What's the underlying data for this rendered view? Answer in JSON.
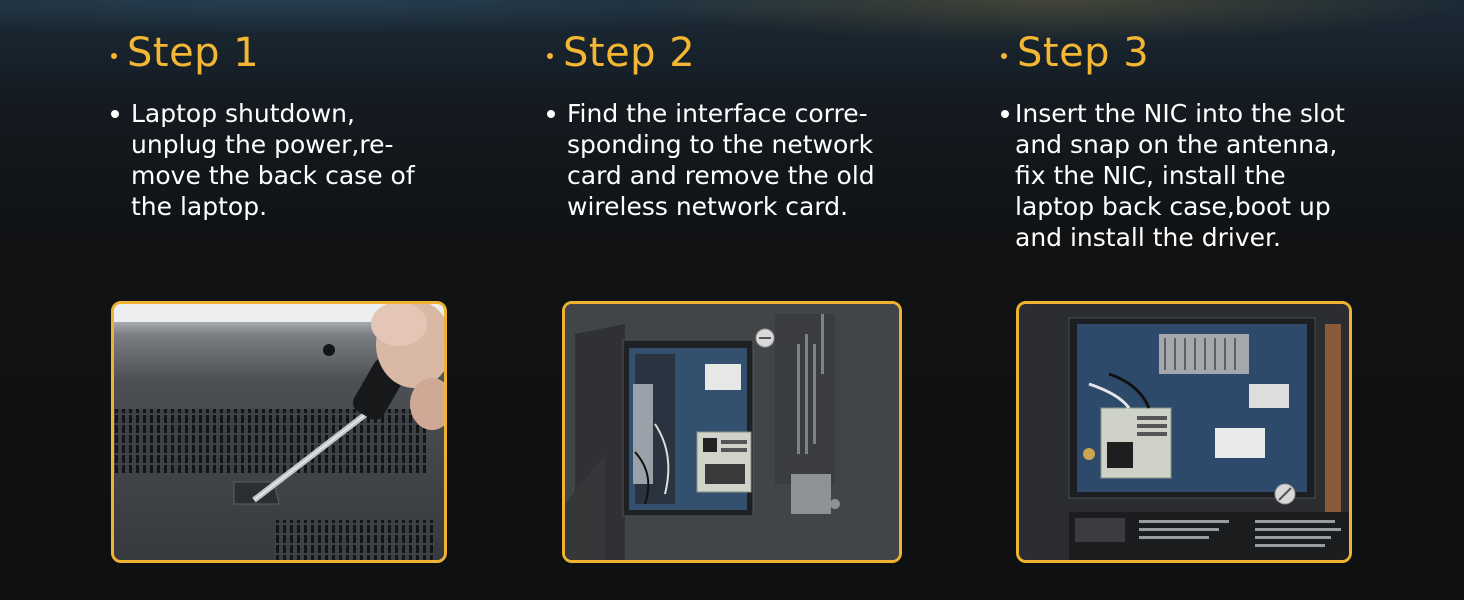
{
  "steps": [
    {
      "title": "Step 1",
      "description": "Laptop shutdown,\nunplug the power,re-\nmove the back case of\nthe laptop.",
      "image": "laptop-back-case-screwdriver-photo"
    },
    {
      "title": "Step 2",
      "description": "Find the interface corre-\nsponding to the network\ncard and remove the old\nwireless network card.",
      "image": "laptop-network-card-slot-photo"
    },
    {
      "title": "Step 3",
      "description": "Insert the NIC into the slot\nand snap on the antenna,\nfix the NIC, install the\nlaptop back case,boot up\nand install the driver.",
      "image": "nic-installed-laptop-photo"
    }
  ],
  "colors": {
    "accent": "#f3b733",
    "text": "#ffffff",
    "frame": "#f0b232"
  }
}
